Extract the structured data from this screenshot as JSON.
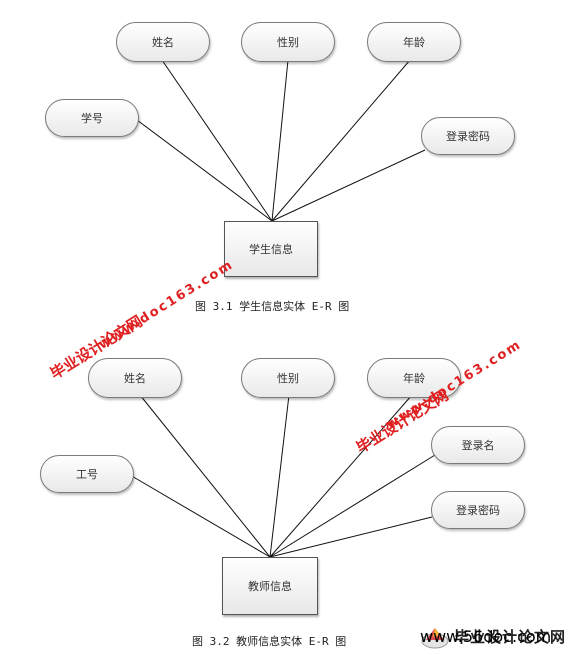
{
  "diagram1": {
    "entity": "学生信息",
    "attributes": [
      "姓名",
      "性别",
      "年龄",
      "学号",
      "登录密码"
    ],
    "caption": "图 3.1  学生信息实体 E-R 图"
  },
  "diagram2": {
    "entity": "教师信息",
    "attributes": [
      "姓名",
      "性别",
      "年龄",
      "工号",
      "登录名",
      "登录密码"
    ],
    "caption": "图 3.2  教师信息实体 E-R 图"
  },
  "watermarks": {
    "cn": "毕业设计论文网",
    "url": "www.doc163.com"
  },
  "logo": {
    "cn": "毕业设计论文网",
    "url": "www.56doc.com"
  }
}
